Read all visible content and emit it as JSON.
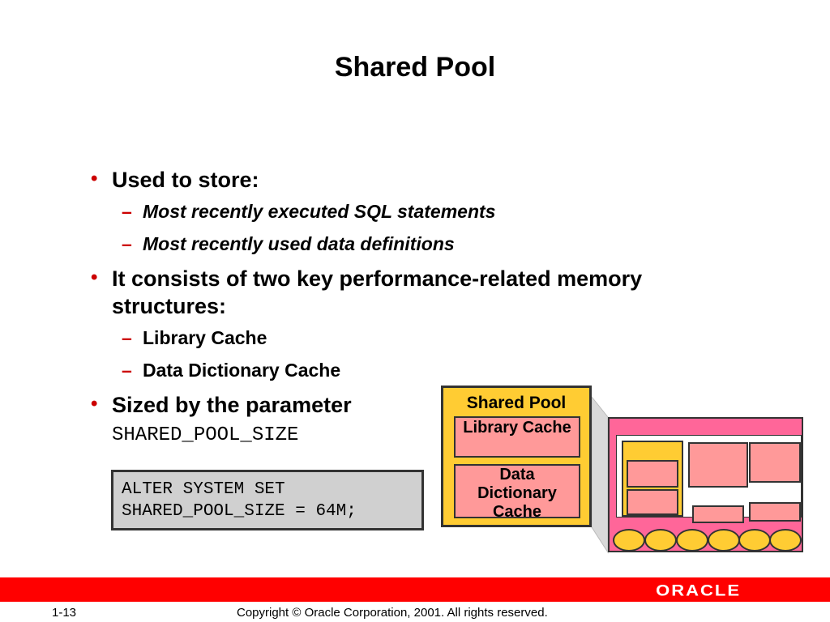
{
  "title": "Shared Pool",
  "bullets": {
    "b1": "Used to store:",
    "b1_sub1": "Most recently executed SQL statements",
    "b1_sub2": "Most recently used data definitions",
    "b2_line1": "It consists of two key performance-related memory",
    "b2_line2": "structures:",
    "b2_sub1": "Library Cache",
    "b2_sub2": "Data Dictionary Cache",
    "b3_line1": "Sized by the parameter",
    "b3_param": "SHARED_POOL_SIZE"
  },
  "code": {
    "line1": "ALTER SYSTEM SET",
    "line2": "SHARED_POOL_SIZE = 64M;"
  },
  "diagram": {
    "shared_pool_label": "Shared Pool",
    "library_cache": "Library Cache",
    "dd_line1": "Data",
    "dd_line2": "Dictionary",
    "dd_line3": "Cache"
  },
  "footer": {
    "page": "1-13",
    "copyright": "Copyright © Oracle Corporation, 2001. All rights reserved.",
    "logo": "ORACLE"
  },
  "colors": {
    "accent": "#ff0000",
    "pool": "#ffcc33",
    "cache": "#ff9999",
    "sga": "#ff6699"
  }
}
